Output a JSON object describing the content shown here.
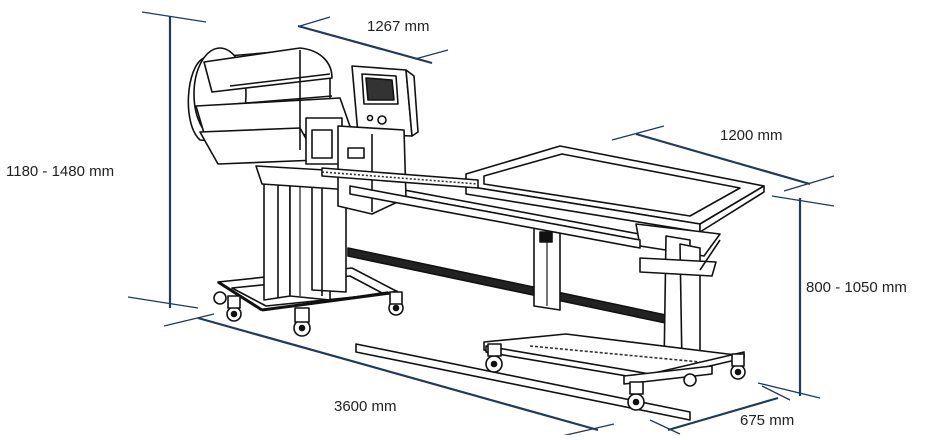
{
  "dimensions": {
    "top_length": "1267 mm",
    "table_length": "1200 mm",
    "total_height": "1180 - 1480 mm",
    "table_height": "800 - 1050 mm",
    "total_length": "3600 mm",
    "depth": "675 mm"
  },
  "colors": {
    "dimension_line": "#1f3a5f",
    "machine_line": "#111111",
    "label_text": "#222222"
  }
}
